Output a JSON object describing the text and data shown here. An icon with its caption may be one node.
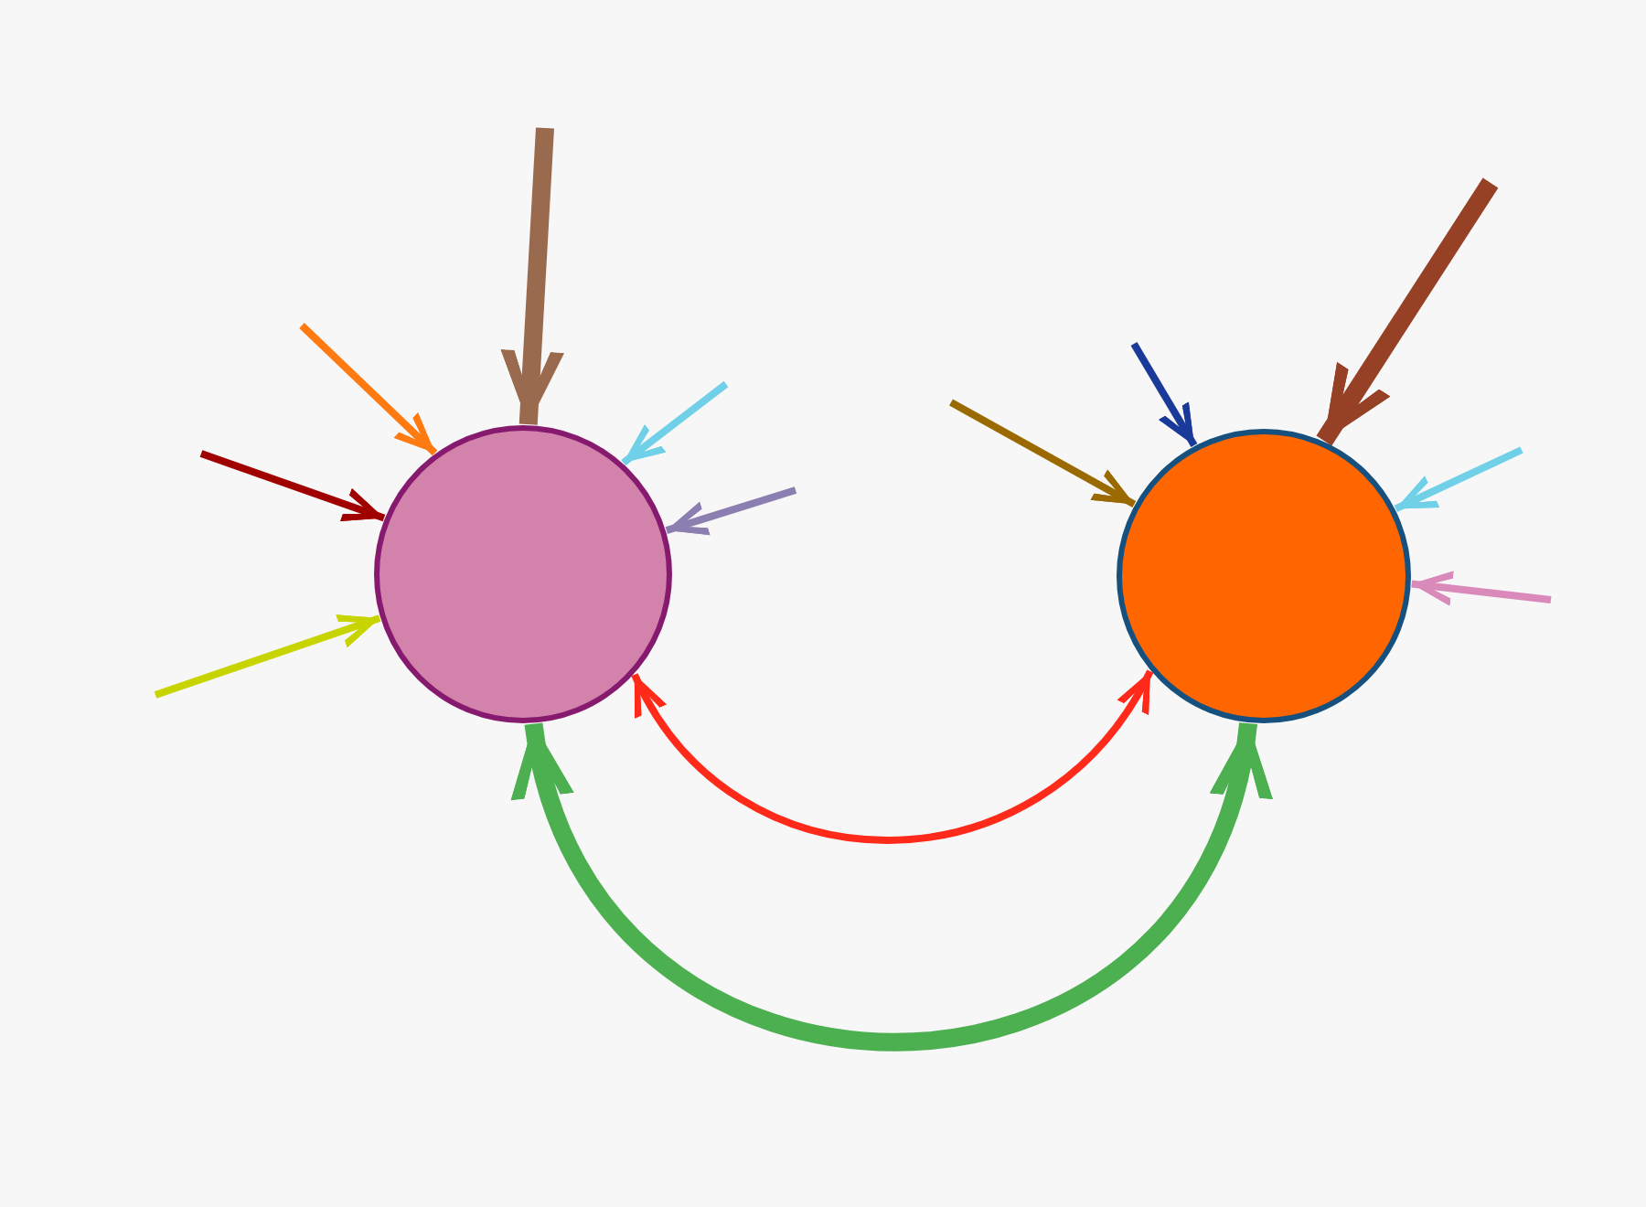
{
  "diagram": {
    "nodes": [
      {
        "text": [],
        "shape": "circle"
      },
      {
        "text": [],
        "shape": "circle"
      }
    ],
    "edges": [
      {
        "from": null,
        "to": 0,
        "arrow": "to",
        "color": "#ff7a10"
      },
      {
        "from": null,
        "to": 0,
        "arrow": "to",
        "style": "thick",
        "color": "#9a6a4e"
      },
      {
        "from": null,
        "to": 0,
        "arrow": "to",
        "color": "#6fd0e8"
      },
      {
        "from": null,
        "to": 0,
        "arrow": "to",
        "color": "#8a7fb0"
      },
      {
        "from": null,
        "to": 0,
        "arrow": "to",
        "color": "#a00000"
      },
      {
        "from": null,
        "to": 0,
        "arrow": "to",
        "color": "#c8d400"
      },
      {
        "from": null,
        "to": 1,
        "arrow": "to",
        "color": "#9a6a00"
      },
      {
        "from": null,
        "to": 1,
        "arrow": "to",
        "color": "#1a3a9a"
      },
      {
        "from": null,
        "to": 1,
        "arrow": "to",
        "style": "thick",
        "color": "#964025"
      },
      {
        "from": null,
        "to": 1,
        "arrow": "to",
        "color": "#6fd0e8"
      },
      {
        "from": null,
        "to": 1,
        "arrow": "to",
        "color": "#d98abb"
      },
      {
        "from": 0,
        "to": 1,
        "arrow": "both",
        "color": "#ff2a1a"
      },
      {
        "from": 0,
        "to": 1,
        "arrow": "both",
        "style": "thick",
        "color": "#4caf50"
      }
    ]
  }
}
